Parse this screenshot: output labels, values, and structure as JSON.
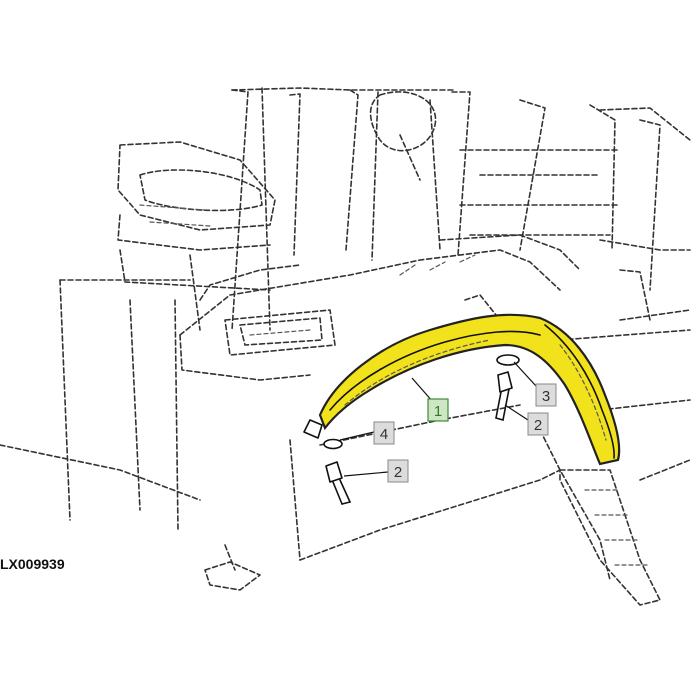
{
  "drawing": {
    "id": "LX009939",
    "highlight_color": "#f2e21b",
    "callouts": [
      {
        "label": "1",
        "highlighted": true
      },
      {
        "label": "2",
        "highlighted": false
      },
      {
        "label": "3",
        "highlighted": false
      },
      {
        "label": "4",
        "highlighted": false
      },
      {
        "label": "2",
        "highlighted": false
      }
    ]
  }
}
